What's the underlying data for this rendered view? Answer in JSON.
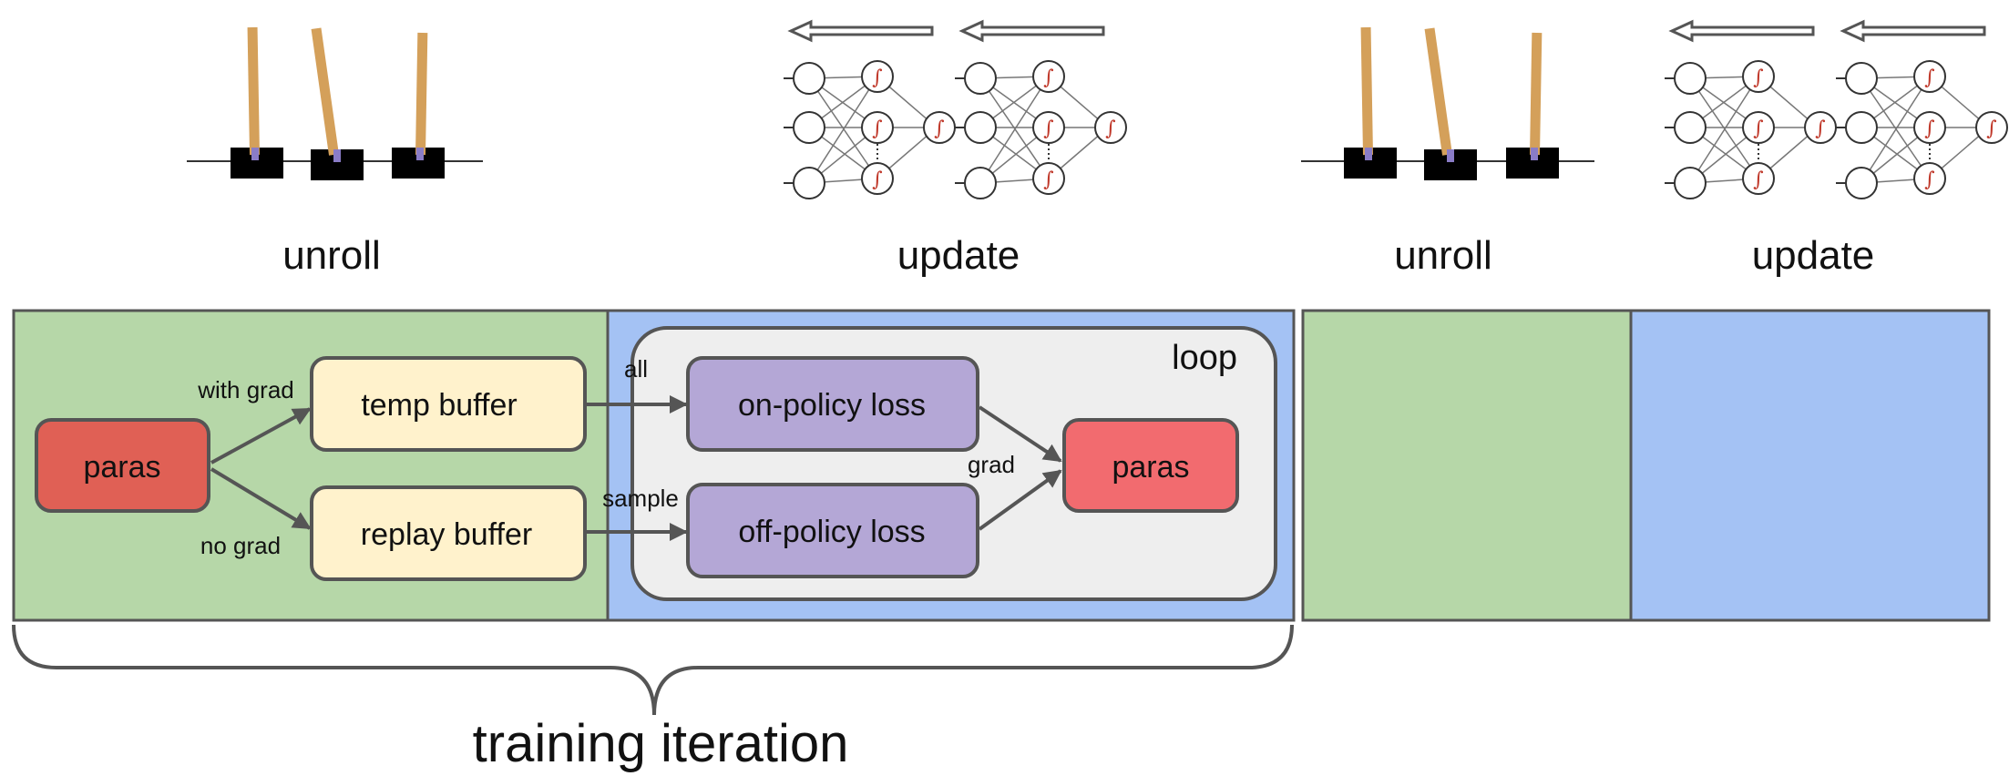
{
  "top_labels": {
    "unroll_1": "unroll",
    "update_1": "update",
    "unroll_2": "unroll",
    "update_2": "update"
  },
  "nodes": {
    "paras_left": "paras",
    "temp_buffer": "temp buffer",
    "replay_buffer": "replay buffer",
    "on_policy_loss": "on-policy loss",
    "off_policy_loss": "off-policy loss",
    "paras_right": "paras"
  },
  "edge_labels": {
    "with_grad": "with grad",
    "no_grad": "no grad",
    "all": "all",
    "sample": "sample",
    "grad": "grad"
  },
  "loop_label": "loop",
  "brace_label": "training iteration",
  "neuron_symbol": "∫",
  "colors": {
    "unroll_bg": "#b6d7a8",
    "update_bg": "#a4c2f4",
    "loop_bg": "#eeeeee",
    "paras_left": "#e06055",
    "paras_right": "#f26b6f",
    "buffer": "#fff2cc",
    "loss": "#b4a7d6",
    "pole": "#d4a05a",
    "cart": "#000000",
    "border": "#555555"
  }
}
